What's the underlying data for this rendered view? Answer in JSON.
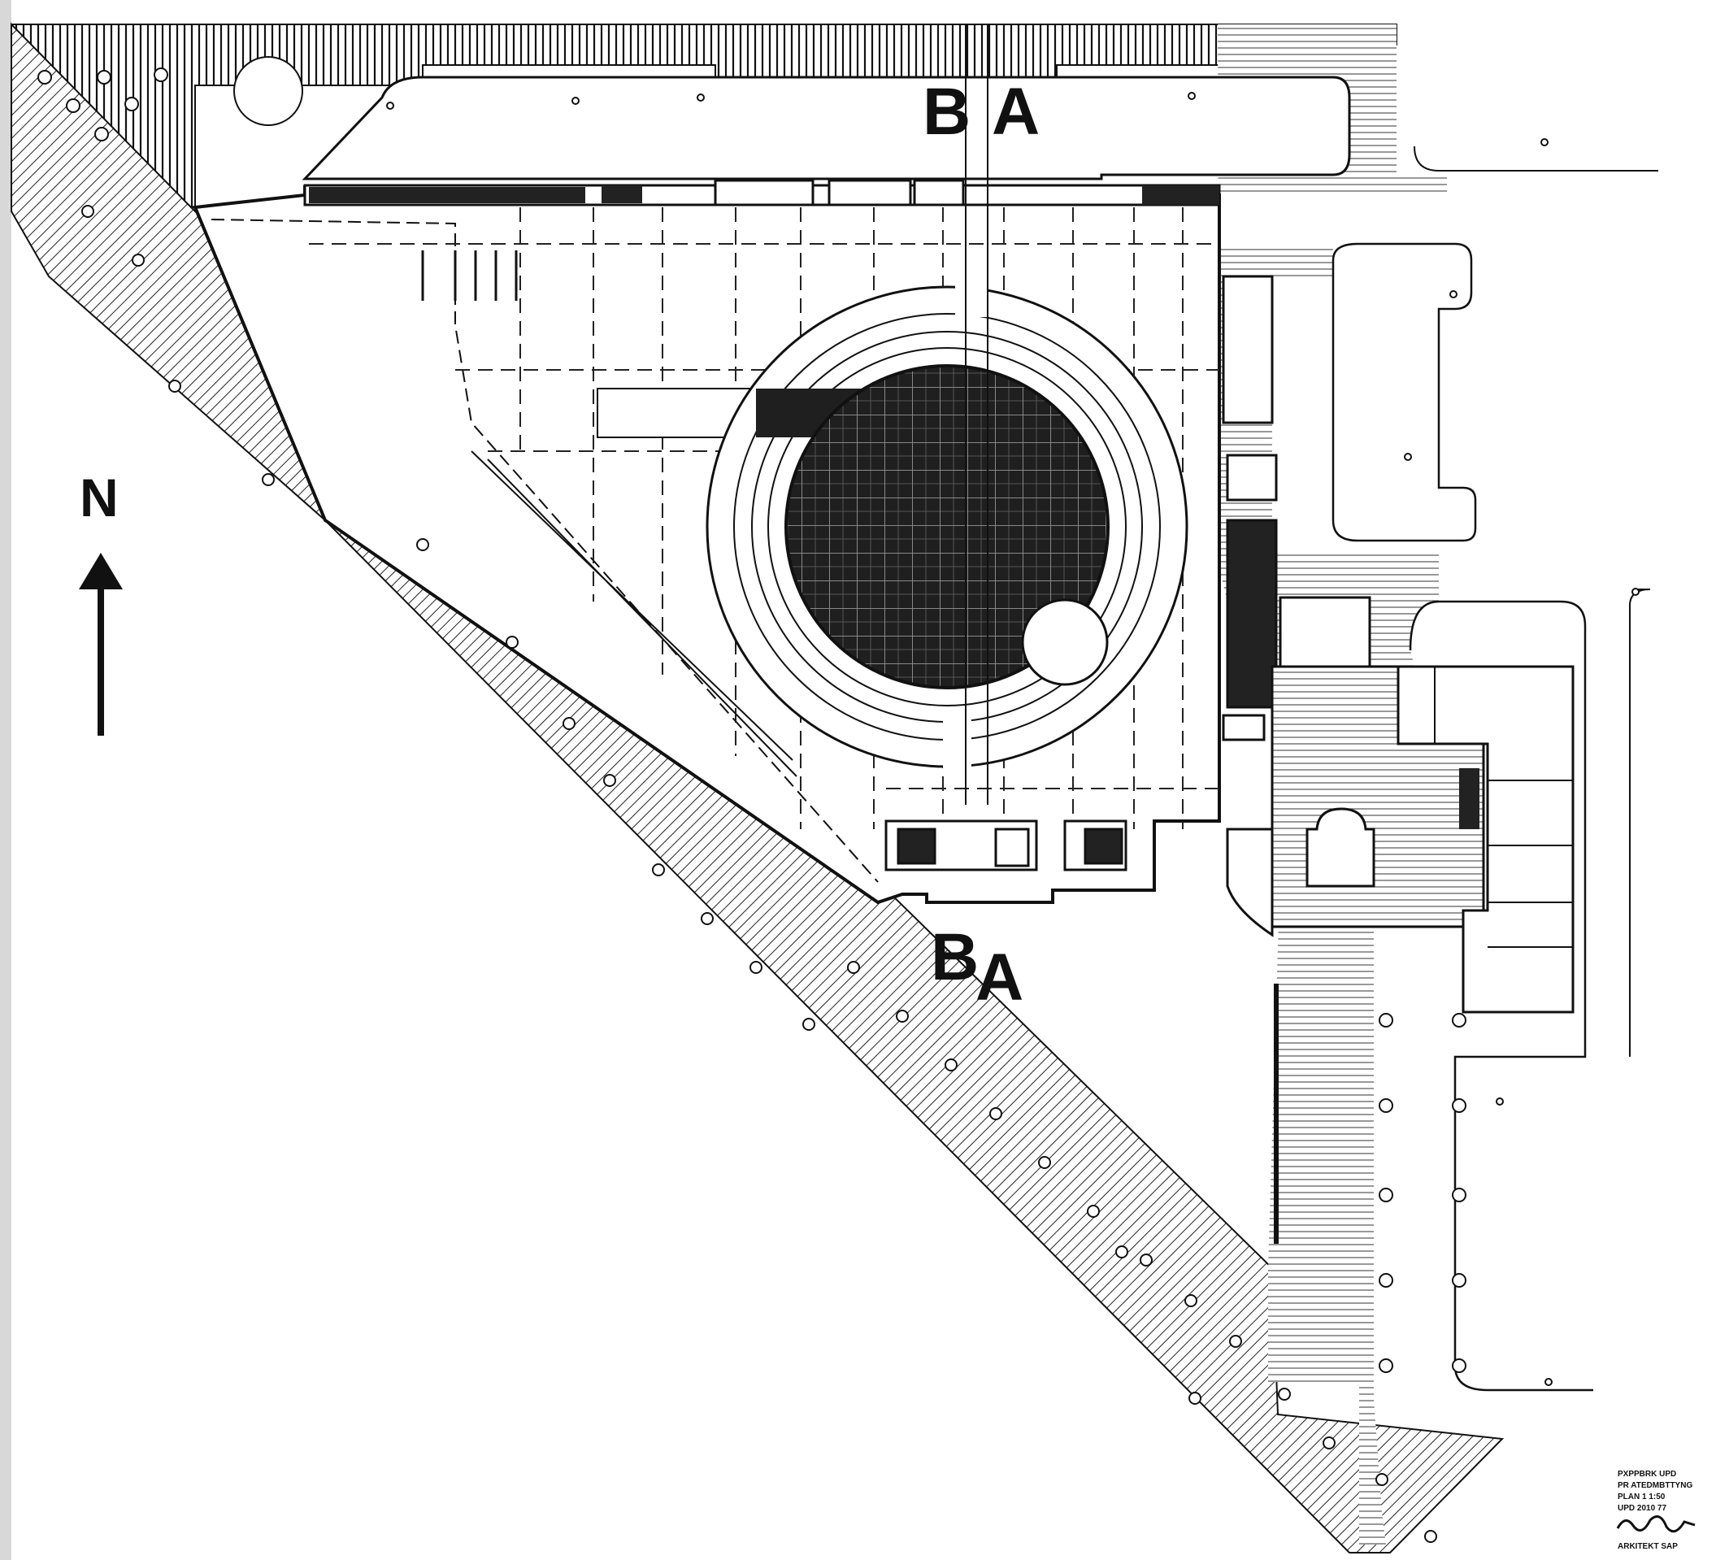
{
  "section_markers": {
    "north": {
      "left": "B",
      "right": "A"
    },
    "south": {
      "left": "B",
      "right": "A"
    }
  },
  "north_arrow": {
    "letter": "N",
    "icon": "north-arrow-icon"
  },
  "title_block": {
    "lines": [
      "PXPPBRK UPD",
      "PR ATEDMBTTYNG",
      "PLAN 1   1:50",
      "UPD 2010 77",
      "",
      "ARKITEKT SAP"
    ],
    "signature": "handwritten signature"
  },
  "colors": {
    "ink": "#111111",
    "paper": "#ffffff",
    "dark_fill": "#1a1a1a"
  }
}
